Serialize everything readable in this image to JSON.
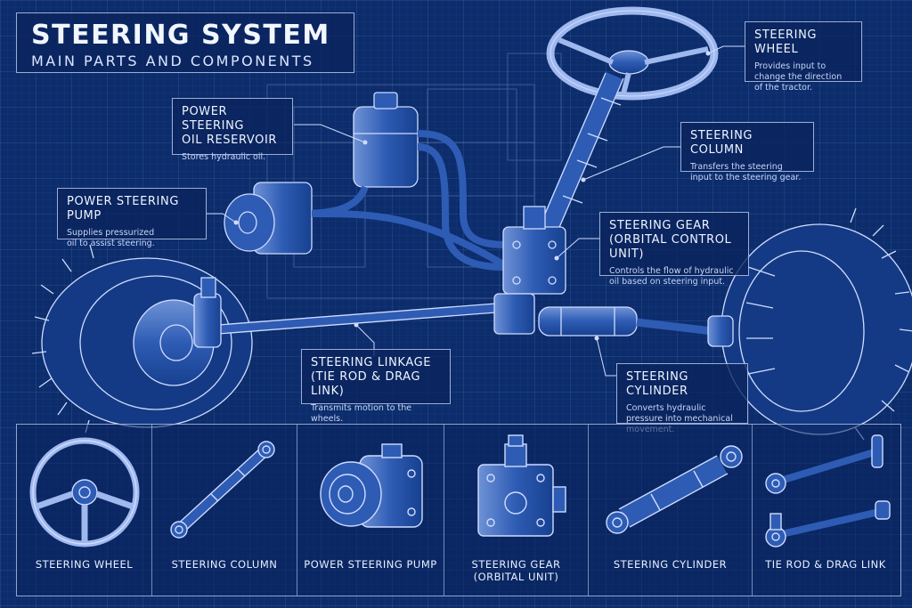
{
  "title": {
    "main": "STEERING SYSTEM",
    "sub": "MAIN PARTS AND COMPONENTS"
  },
  "callouts": [
    {
      "id": "wheel",
      "heading": "STEERING WHEEL",
      "desc": "Provides input to\nchange the direction\nof the tractor."
    },
    {
      "id": "column",
      "heading": "STEERING COLUMN",
      "desc": "Transfers the steering\ninput to the steering gear."
    },
    {
      "id": "reservoir",
      "heading": "POWER STEERING\nOIL RESERVOIR",
      "desc": "Stores hydraulic oil."
    },
    {
      "id": "pump",
      "heading": "POWER STEERING PUMP",
      "desc": "Supplies pressurized\noil to assist steering."
    },
    {
      "id": "gear",
      "heading": "STEERING GEAR\n(ORBITAL CONTROL UNIT)",
      "desc": "Controls the flow of hydraulic\noil based on steering input."
    },
    {
      "id": "linkage",
      "heading": "STEERING LINKAGE\n(TIE ROD & DRAG LINK)",
      "desc": "Transmits motion to the wheels."
    },
    {
      "id": "cylinder",
      "heading": "STEERING CYLINDER",
      "desc": "Converts hydraulic\npressure into mechanical\nmovement."
    }
  ],
  "components": [
    {
      "id": "wheel",
      "label": "STEERING WHEEL",
      "icon": "steering-wheel-icon"
    },
    {
      "id": "column",
      "label": "STEERING COLUMN",
      "icon": "steering-column-icon"
    },
    {
      "id": "pump",
      "label": "POWER STEERING PUMP",
      "icon": "pump-icon"
    },
    {
      "id": "gear",
      "label": "STEERING GEAR\n(ORBITAL UNIT)",
      "icon": "orbital-unit-icon"
    },
    {
      "id": "cylinder",
      "label": "STEERING CYLINDER",
      "icon": "cylinder-icon"
    },
    {
      "id": "tierod",
      "label": "TIE ROD & DRAG LINK",
      "icon": "tie-rod-icon"
    }
  ],
  "colors": {
    "background": "#0c2c6b",
    "line": "#cfdcff",
    "frame": "#e4ecff"
  }
}
